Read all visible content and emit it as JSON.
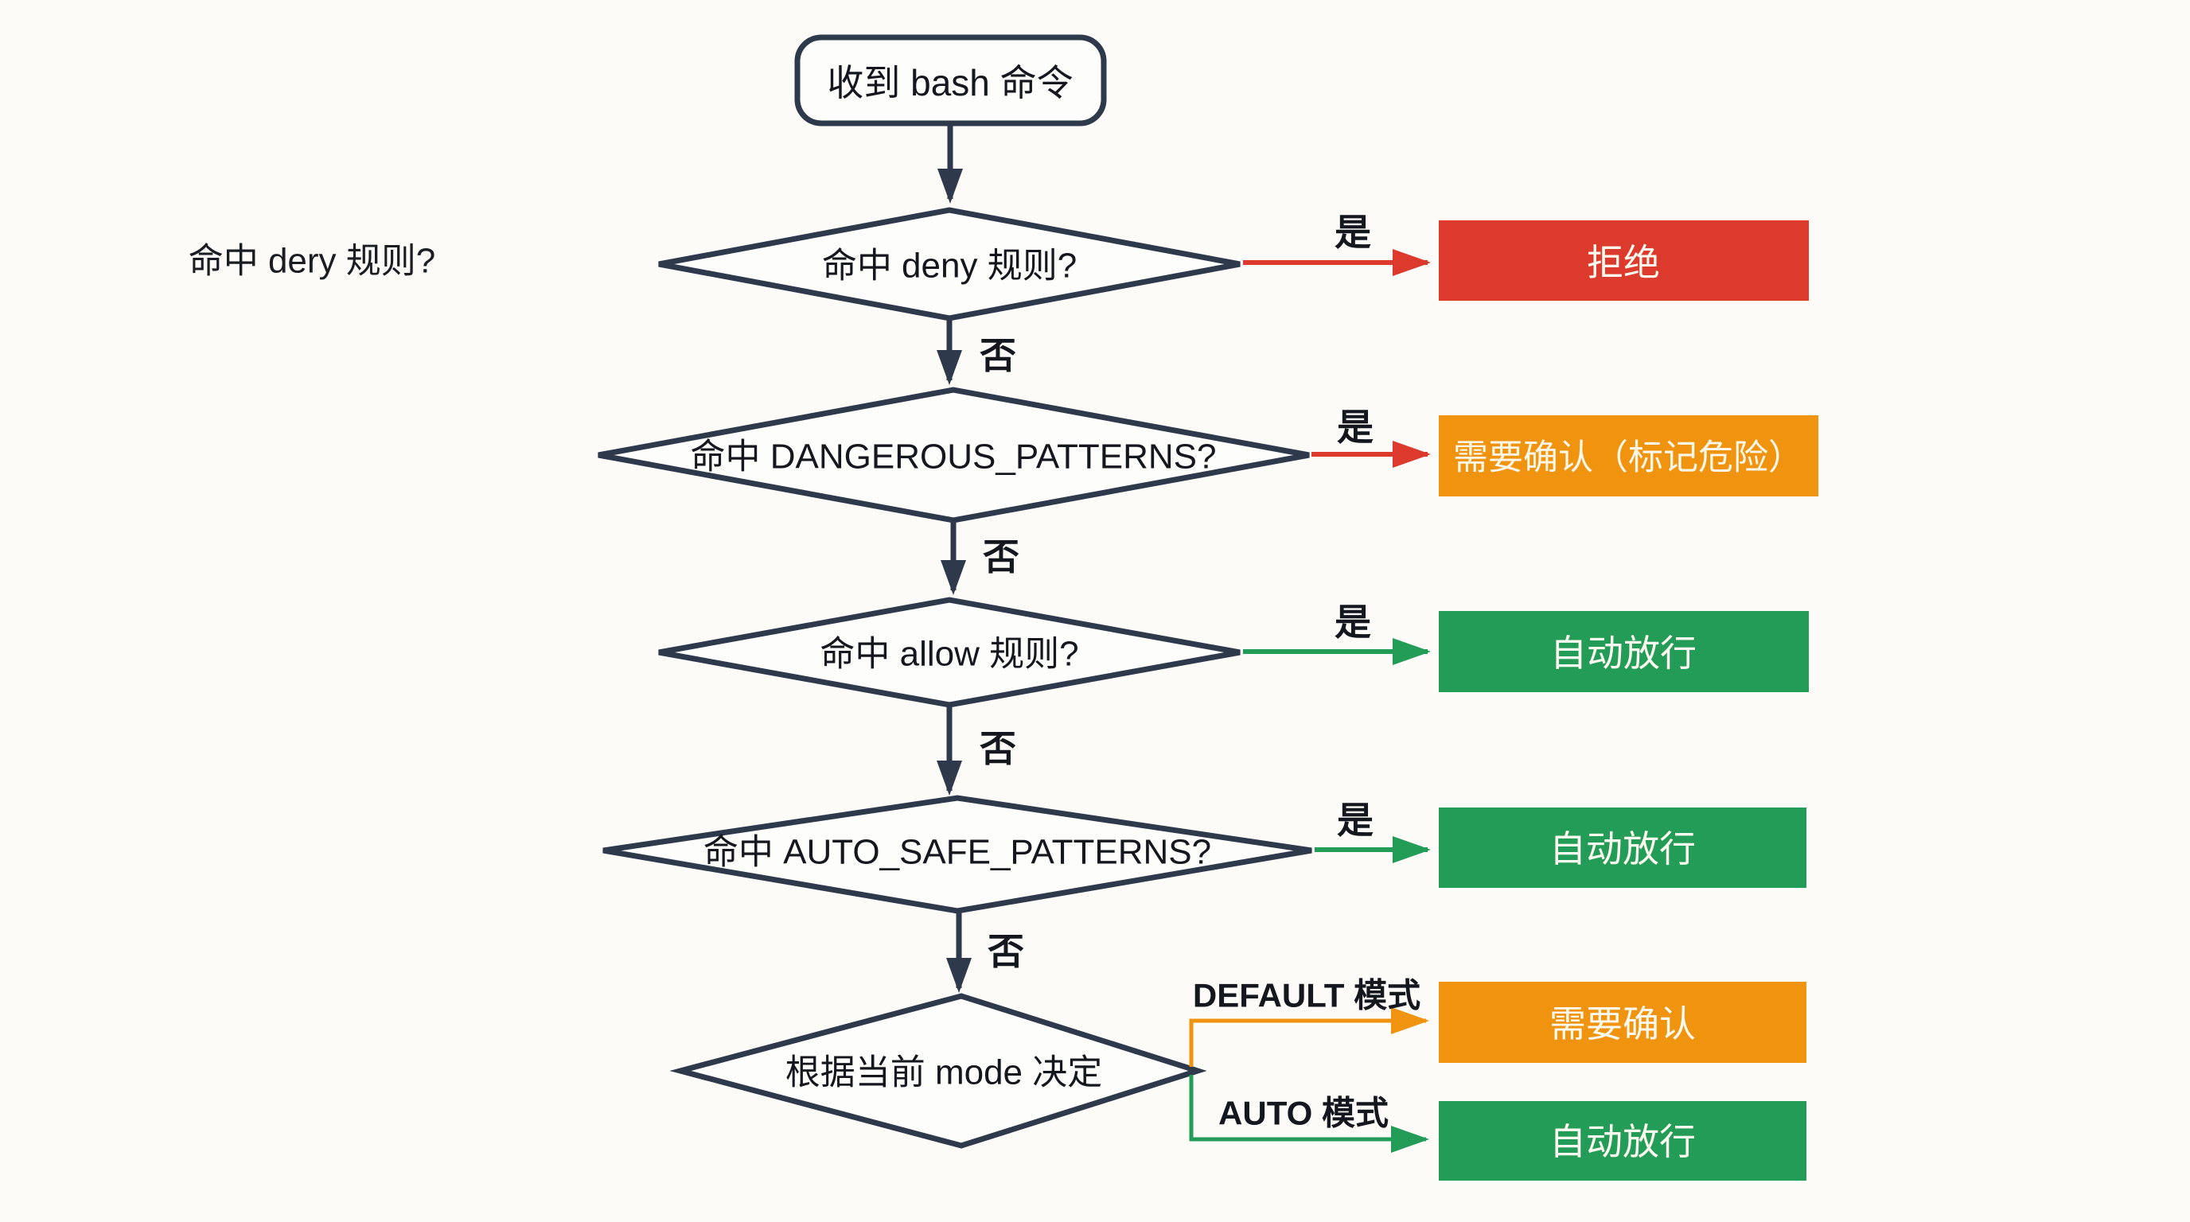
{
  "colors": {
    "background": "#fcfbf8",
    "line": "#2e3a4c",
    "red": "#dc3a2d",
    "orange": "#f0930f",
    "green": "#239c58",
    "dark_text": "#14171d",
    "box_text": "#fdfaf0"
  },
  "start_node": {
    "label": "收到 bash 命令"
  },
  "stray_label": {
    "text": "命中 dery 规则?"
  },
  "decisions": [
    {
      "label": "命中 deny 规则?",
      "yes_label": "是",
      "no_label": "否",
      "result": {
        "label": "拒绝",
        "color": "red"
      }
    },
    {
      "label": "命中 DANGEROUS_PATTERNS?",
      "yes_label": "是",
      "no_label": "否",
      "result": {
        "label": "需要确认（标记危险）",
        "color": "orange"
      }
    },
    {
      "label": "命中 allow 规则?",
      "yes_label": "是",
      "no_label": "否",
      "result": {
        "label": "自动放行",
        "color": "green"
      }
    },
    {
      "label": "命中 AUTO_SAFE_PATTERNS?",
      "yes_label": "是",
      "no_label": "否",
      "result": {
        "label": "自动放行",
        "color": "green"
      }
    }
  ],
  "mode_decision": {
    "label": "根据当前 mode 决定",
    "branches": [
      {
        "label": "DEFAULT 模式",
        "result": {
          "label": "需要确认",
          "color": "orange"
        }
      },
      {
        "label": "AUTO 模式",
        "result": {
          "label": "自动放行",
          "color": "green"
        }
      }
    ]
  }
}
